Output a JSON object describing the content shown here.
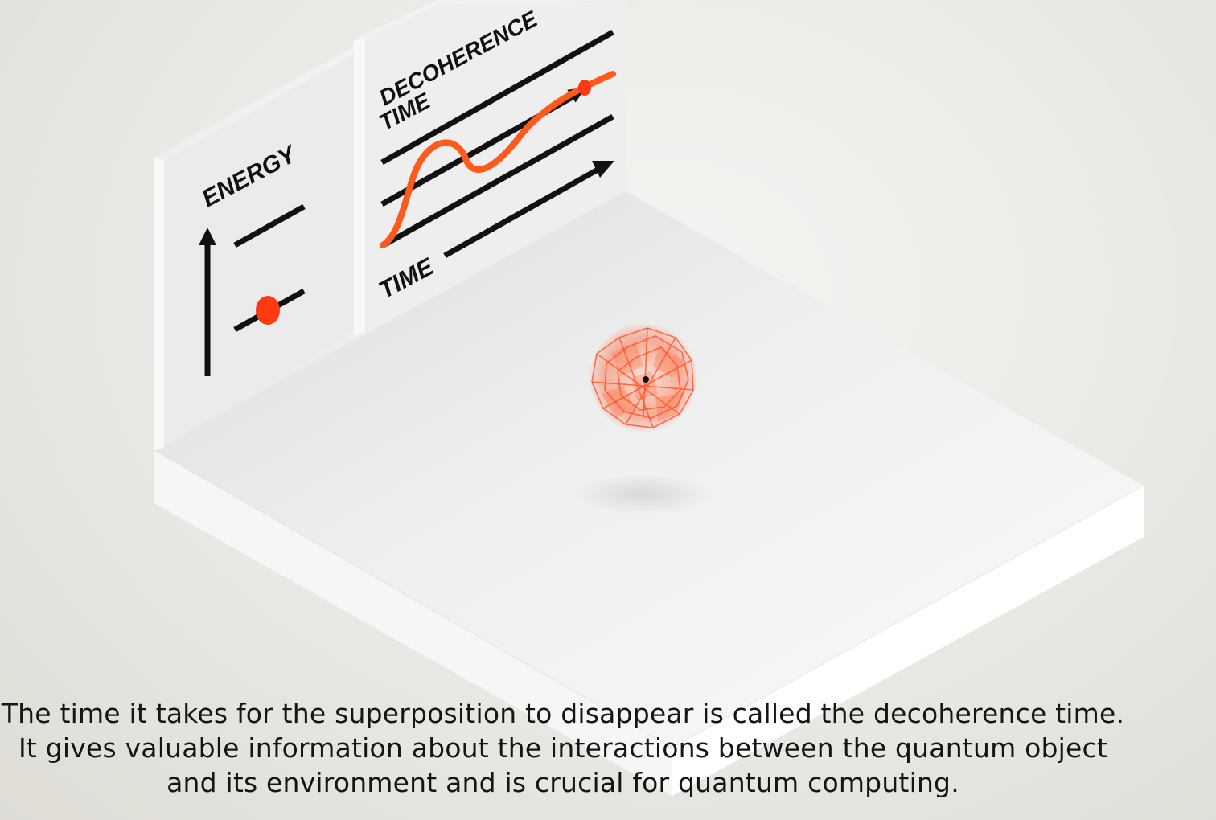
{
  "energy_panel": {
    "label": "ENERGY"
  },
  "decoherence_panel": {
    "title_line1": "DECOHERENCE",
    "title_line2": "TIME",
    "axis_label": "TIME"
  },
  "colors": {
    "accent": "#ff3a12",
    "curve": "#ff5a1e",
    "ink": "#111111",
    "panel": "#efefef"
  },
  "caption": {
    "line1": "The time it takes for the superposition to disappear is called the decoherence time.",
    "line2": "It gives valuable information about the interactions between the quantum object",
    "line3": "and its environment and is crucial for quantum computing."
  }
}
